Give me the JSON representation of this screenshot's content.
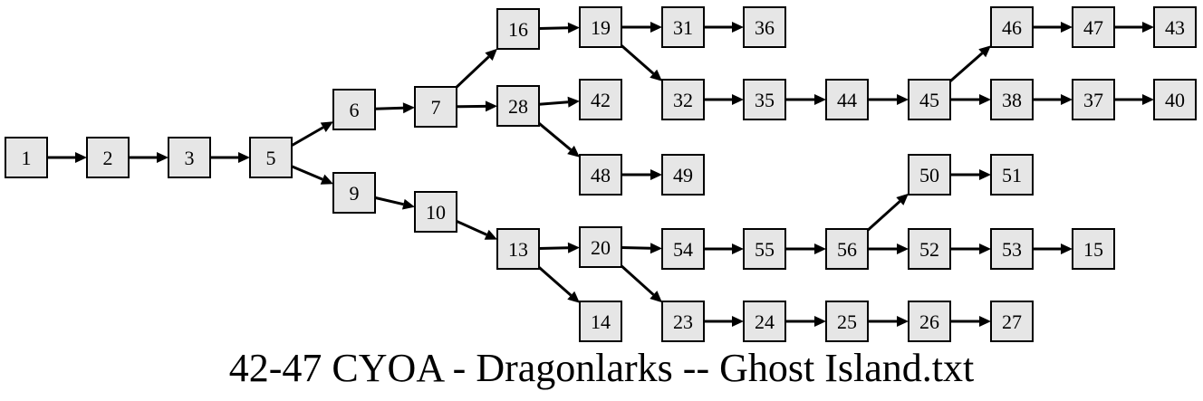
{
  "title": "42-47 CYOA - Dragonlarks -- Ghost Island.txt",
  "graph": {
    "nodes": [
      "1",
      "2",
      "3",
      "5",
      "6",
      "9",
      "7",
      "10",
      "16",
      "28",
      "13",
      "19",
      "42",
      "48",
      "20",
      "14",
      "31",
      "32",
      "49",
      "54",
      "23",
      "36",
      "35",
      "55",
      "24",
      "44",
      "56",
      "25",
      "45",
      "50",
      "52",
      "26",
      "46",
      "38",
      "51",
      "53",
      "27",
      "47",
      "37",
      "15",
      "43",
      "40"
    ],
    "edges": [
      [
        "1",
        "2"
      ],
      [
        "2",
        "3"
      ],
      [
        "3",
        "5"
      ],
      [
        "5",
        "6"
      ],
      [
        "5",
        "9"
      ],
      [
        "6",
        "7"
      ],
      [
        "9",
        "10"
      ],
      [
        "7",
        "16"
      ],
      [
        "7",
        "28"
      ],
      [
        "10",
        "13"
      ],
      [
        "16",
        "19"
      ],
      [
        "28",
        "42"
      ],
      [
        "28",
        "48"
      ],
      [
        "13",
        "20"
      ],
      [
        "13",
        "14"
      ],
      [
        "19",
        "31"
      ],
      [
        "19",
        "32"
      ],
      [
        "48",
        "49"
      ],
      [
        "20",
        "54"
      ],
      [
        "20",
        "23"
      ],
      [
        "31",
        "36"
      ],
      [
        "32",
        "35"
      ],
      [
        "54",
        "55"
      ],
      [
        "23",
        "24"
      ],
      [
        "35",
        "44"
      ],
      [
        "55",
        "56"
      ],
      [
        "24",
        "25"
      ],
      [
        "44",
        "45"
      ],
      [
        "56",
        "50"
      ],
      [
        "56",
        "52"
      ],
      [
        "25",
        "26"
      ],
      [
        "45",
        "46"
      ],
      [
        "45",
        "38"
      ],
      [
        "50",
        "51"
      ],
      [
        "52",
        "53"
      ],
      [
        "26",
        "27"
      ],
      [
        "46",
        "47"
      ],
      [
        "38",
        "37"
      ],
      [
        "53",
        "15"
      ],
      [
        "47",
        "43"
      ],
      [
        "37",
        "40"
      ]
    ]
  }
}
